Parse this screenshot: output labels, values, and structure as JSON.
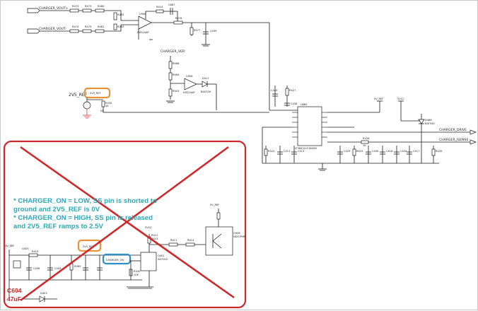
{
  "colors": {
    "wire": "#1a1a1a",
    "highlight_orange": "#e8923a",
    "highlight_blue": "#2f8fc7",
    "cross_red": "#cc2a2a",
    "note_text": "#2aa9b8",
    "ground_red": "#d04040"
  },
  "nets": {
    "vout_plus": "CHARGER_VOUT+",
    "vout_minus": "CHARGER_VOUT-",
    "ver": "CHARGER_VER",
    "drive": "CHARGER_DRIVE",
    "isense": "CHARGER_ISENSE",
    "on": "CHARGER_ON",
    "ref_top": "2V5_REF",
    "ref_bottom": "2V5_REF",
    "ref_left": "2V5_REF",
    "rail_5v_a": "5V_REF",
    "rail_5v_b": "5V_REF",
    "rail_5v_c": "5V_REF",
    "vcc_a": "5VCC",
    "vcc_b": "5VCC"
  },
  "components": {
    "r473": "R473",
    "r475": "R475",
    "r480": "R480",
    "r474": "R474",
    "r479": "R479",
    "r481": "R481",
    "r482": "R482",
    "r483": "R483",
    "u_opamp1": "U906",
    "u_opamp1_part": "LM224AP",
    "r414": "R414",
    "c_top": "C867",
    "r_fb": "R476",
    "r477": "R477",
    "c439": "C439",
    "u_opamp2": "U908",
    "u_opamp2_part": "LM224AP",
    "d417": "D417",
    "d417_part": "BAS316",
    "r468": "R468",
    "r484": "R484",
    "r403": "R403",
    "ref_src": "2V5_REF",
    "r430": "R430",
    "r430_val": "1K",
    "c440": "C440",
    "r427": "R427",
    "c438": "C438",
    "u_ctrl": "U685",
    "u_ctrl_part": "LT3845/UC3845B",
    "q_out": "D488",
    "q_out_part": "BAT54S",
    "r426": "R426",
    "r426_val": "1K",
    "r422": "R422",
    "c411": "C411",
    "c413": "C413",
    "c429": "C429",
    "r425": "R425",
    "c430": "C430",
    "c618": "C618",
    "c434": "C434",
    "c417": "C417",
    "r439": "R439",
    "d5v": "Q908",
    "d5v_part": "NDS7PMP",
    "r413": "R413",
    "r412": "R412",
    "r411": "R411",
    "r414b": "R414",
    "q401": "Q401",
    "q401_part": "2N7002",
    "r440": "R440",
    "r440_val": "10K",
    "q405": "Q405",
    "r415": "R415",
    "c408": "C408",
    "c409": "C409",
    "r469": "R469",
    "c404": "C604",
    "c404_val": "47uF",
    "d403": "D403"
  },
  "annotation": {
    "line1": "* CHARGER_ON = LOW, SS pin is shorted to",
    "line2": "ground and 2V5_REF is 0V",
    "line3": "* CHARGER_ON = HIGH, SS pin is released",
    "line4": "and 2V5_REF ramps to 2.5V"
  },
  "callout": {
    "ref": "C604",
    "value": "47uF"
  }
}
